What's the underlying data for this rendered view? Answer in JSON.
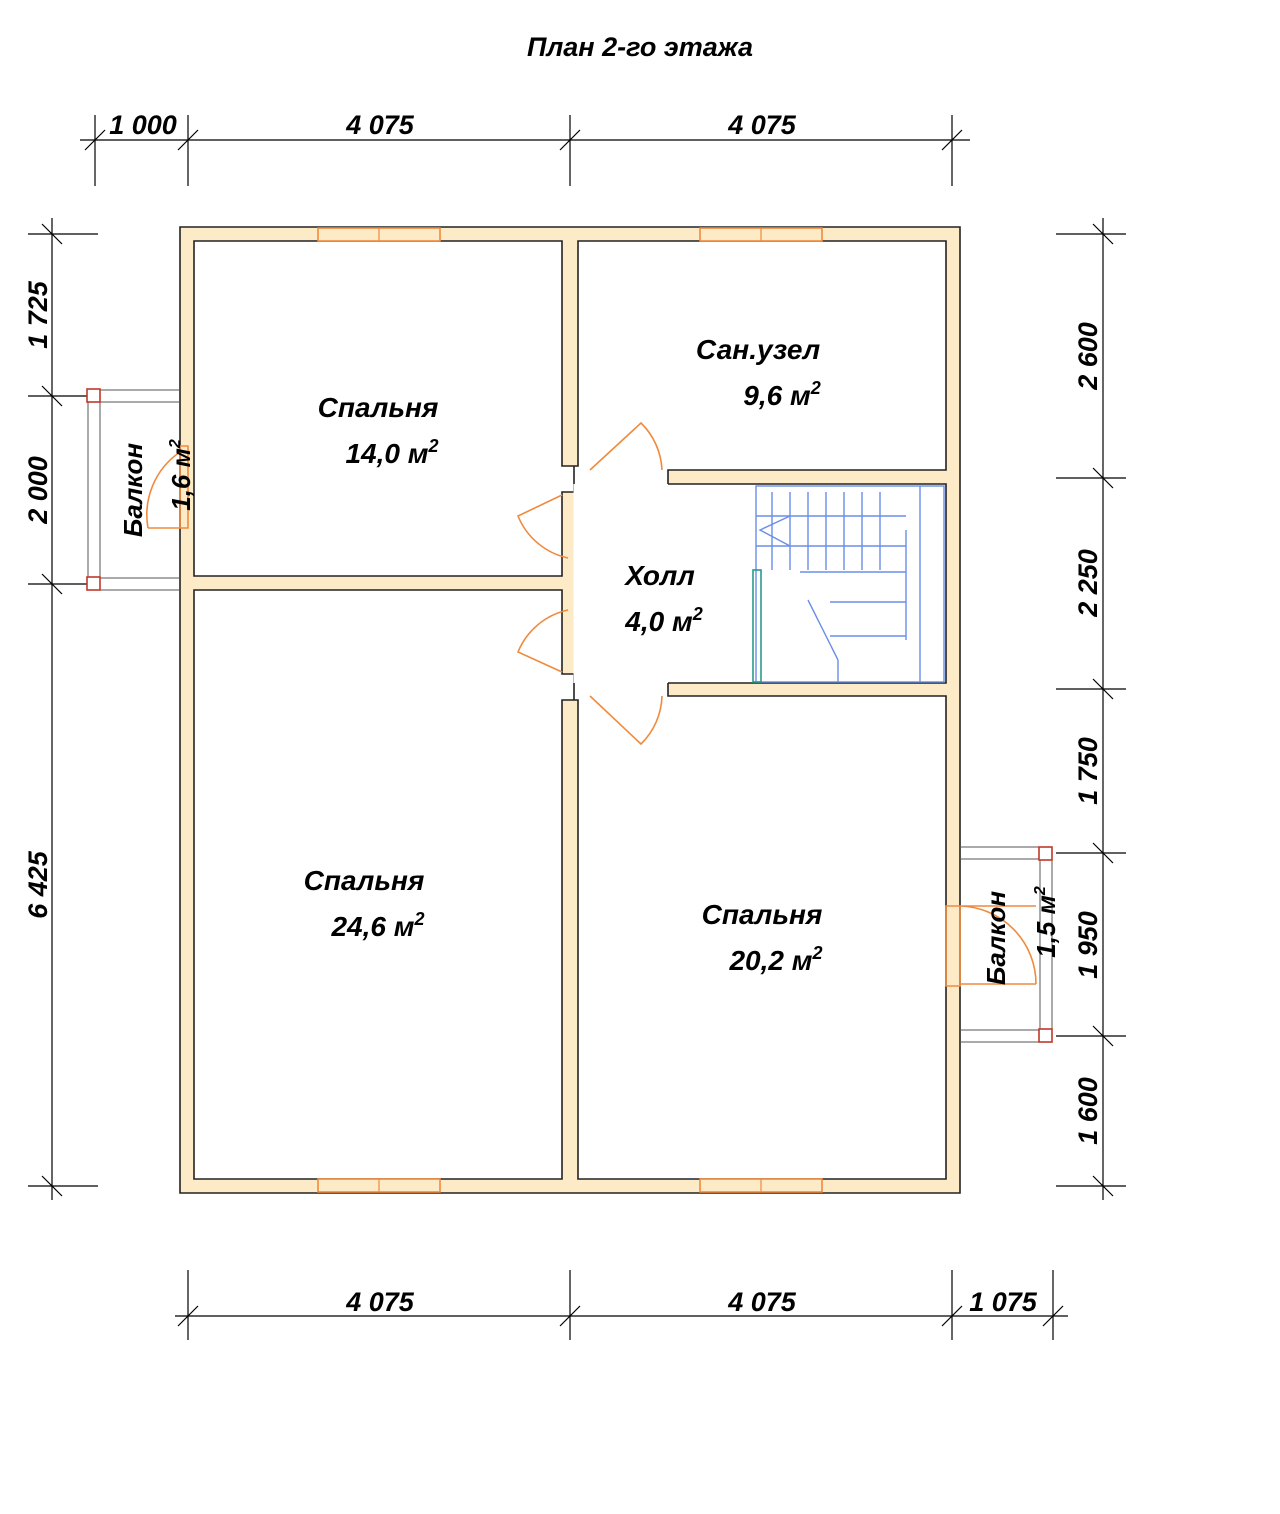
{
  "title": "План 2-го этажа",
  "rooms": {
    "bedroom_top_left": {
      "name": "Спальня",
      "area": "14,0 м"
    },
    "bathroom": {
      "name": "Сан.узел",
      "area": "9,6 м"
    },
    "hall": {
      "name": "Холл",
      "area": "4,0 м"
    },
    "bedroom_bottom_left": {
      "name": "Спальня",
      "area": "24,6 м"
    },
    "bedroom_bottom_right": {
      "name": "Спальня",
      "area": "20,2 м"
    },
    "balcony_left": {
      "name": "Балкон",
      "area": "1,6 м"
    },
    "balcony_right": {
      "name": "Балкон",
      "area": "1,5 м"
    },
    "sup": "2"
  },
  "dimensions": {
    "top": [
      "1 000",
      "4 075",
      "4 075"
    ],
    "bottom": [
      "4 075",
      "4 075",
      "1 075"
    ],
    "left": [
      "1 725",
      "2 000",
      "6 425"
    ],
    "right": [
      "2 600",
      "2 250",
      "1 750",
      "1 950",
      "1 600"
    ]
  },
  "colors": {
    "wall_fill": "#fdebc8",
    "door_window": "#f08a3c",
    "stairs": "#6a8fe8",
    "balcony_post": "#c0392b"
  }
}
